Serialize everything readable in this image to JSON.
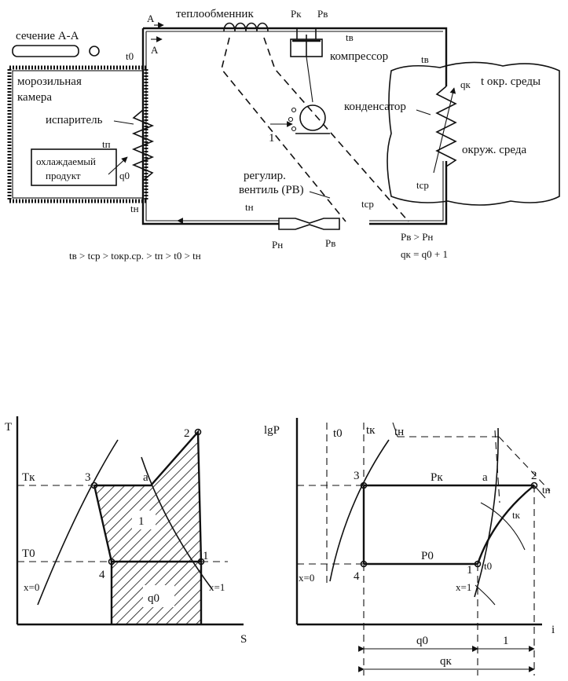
{
  "schematic": {
    "section_label": "сечение А-А",
    "section_mark_1": "А",
    "section_mark_2": "А",
    "heat_exchanger": "теплообменник",
    "compressor": "компрессор",
    "freezer_line1": "морозильная",
    "freezer_line2": "камера",
    "evaporator": "испаритель",
    "cooled_line1": "охлаждаемый",
    "cooled_line2": "продукт",
    "q0": "q0",
    "t_p": "tп",
    "t_n_left": "tн",
    "t_0": "t0",
    "t_v_top": "tв",
    "t_v_right": "tв",
    "p_k_top": "Pк",
    "p_v_top": "Pв",
    "condenser": "конденсатор",
    "q_k": "qк",
    "t_env": "t окр. среды",
    "env": "окруж. среда",
    "t_sr_right": "tср",
    "valve_line1": "регулир.",
    "valve_line2": "вентиль (РВ)",
    "t_n_bottom": "tн",
    "t_sr_bottom": "tср",
    "p_n_bottom": "Pн",
    "p_v_bottom": "Pв",
    "motor_label": "1",
    "inequality": "tв > tср > tокр.ср. > tп > t0 > tн",
    "pressure_rel": "Pв > Pн",
    "heat_rel": "qк = q0 + 1"
  },
  "ts_diagram": {
    "y_axis": "T",
    "x_axis": "S",
    "Tk": "Tк",
    "T0": "T0",
    "p3": "3",
    "pa": "a",
    "p2": "2",
    "p1": "1",
    "p4": "4",
    "work": "1",
    "q0": "q0",
    "x0": "x=0",
    "x1": "x=1"
  },
  "lgp_diagram": {
    "y_axis": "lgP",
    "x_axis": "i",
    "t0_top": "t0",
    "tk_top": "tк",
    "tn_top": "tн",
    "p3": "3",
    "pa": "a",
    "p2": "2",
    "p1": "1",
    "p4": "4",
    "Pk": "Pк",
    "P0": "P0",
    "tn_right": "tн",
    "tk_right": "tк",
    "t0_right": "t0",
    "x0": "x=0",
    "x1": "x=1",
    "dim_q0": "q0",
    "dim_l": "1",
    "dim_qk": "qк"
  }
}
